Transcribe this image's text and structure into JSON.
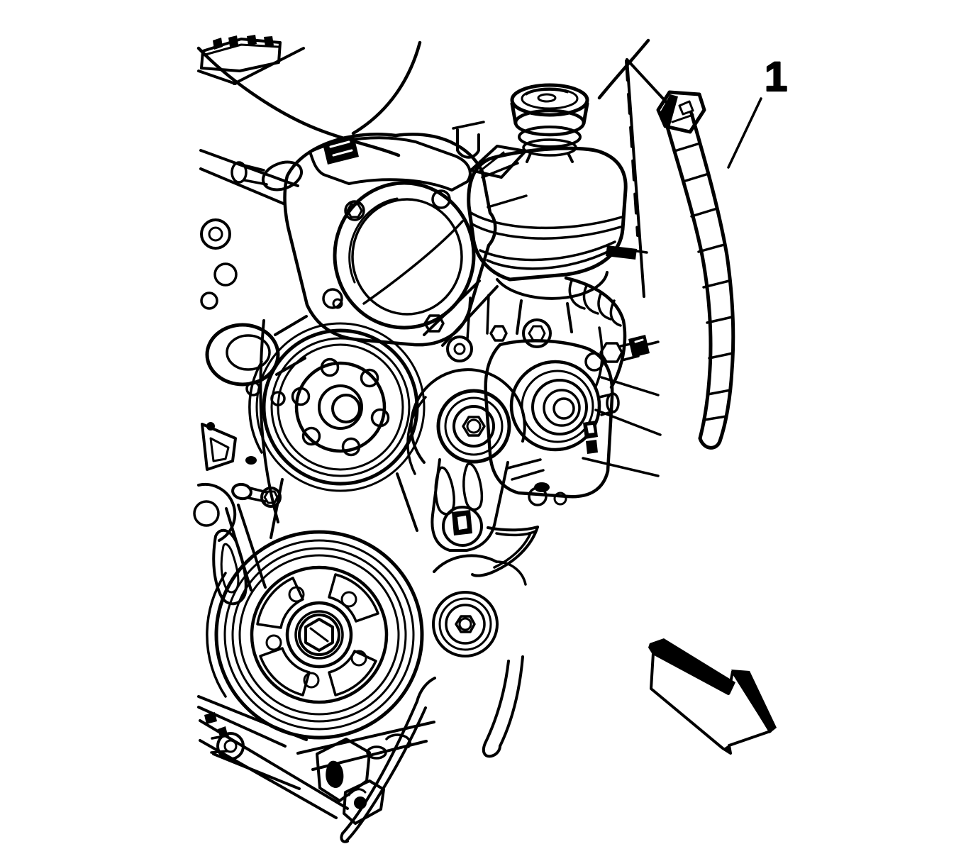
{
  "palette": {
    "line": "#000000",
    "background": "#ffffff"
  },
  "callouts": [
    {
      "label": "1"
    }
  ],
  "parts": [
    "electrical-connector",
    "throttle-body",
    "power-steering-fluid-reservoir",
    "reservoir-cap",
    "water-pump-pulley",
    "drive-belt-tensioner",
    "idler-pulley",
    "crankshaft-balancer-pulley",
    "power-steering-pump",
    "ribbed-hose",
    "frame-rail",
    "stabilizer-bar",
    "direction-arrow"
  ]
}
